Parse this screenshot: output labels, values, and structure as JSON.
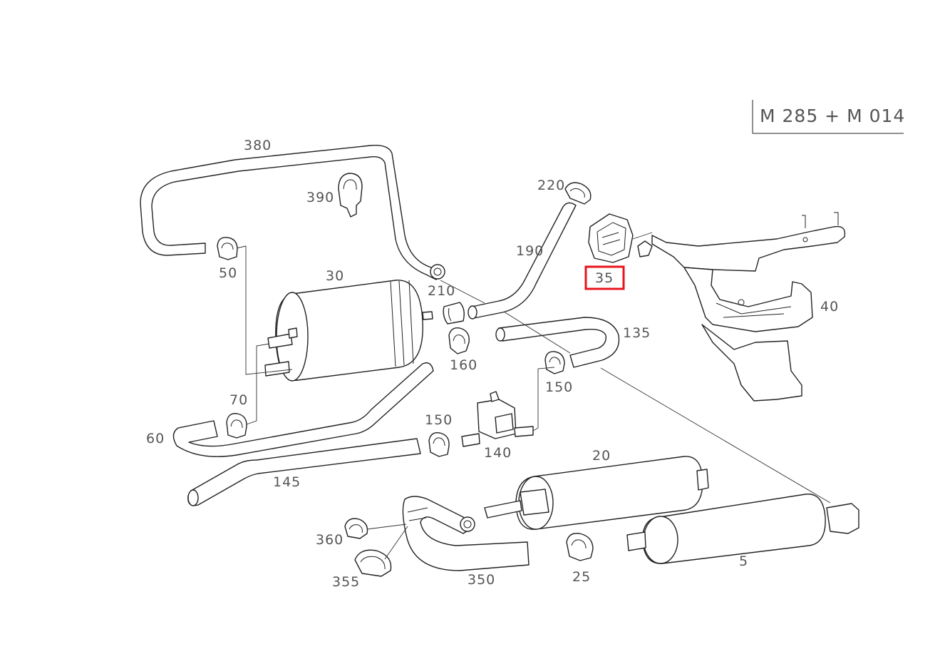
{
  "model_label": "M 285 + M 014",
  "highlight_color": "#e8141b",
  "highlighted_part": "35",
  "parts": {
    "p380": "380",
    "p390": "390",
    "p50": "50",
    "p30": "30",
    "p70": "70",
    "p60": "60",
    "p145": "145",
    "p220": "220",
    "p190": "190",
    "p210": "210",
    "p160": "160",
    "p135": "135",
    "p150a": "150",
    "p150b": "150",
    "p140": "140",
    "p35": "35",
    "p40": "40",
    "p20": "20",
    "p5": "5",
    "p25": "25",
    "p350": "350",
    "p360": "360",
    "p355": "355"
  }
}
